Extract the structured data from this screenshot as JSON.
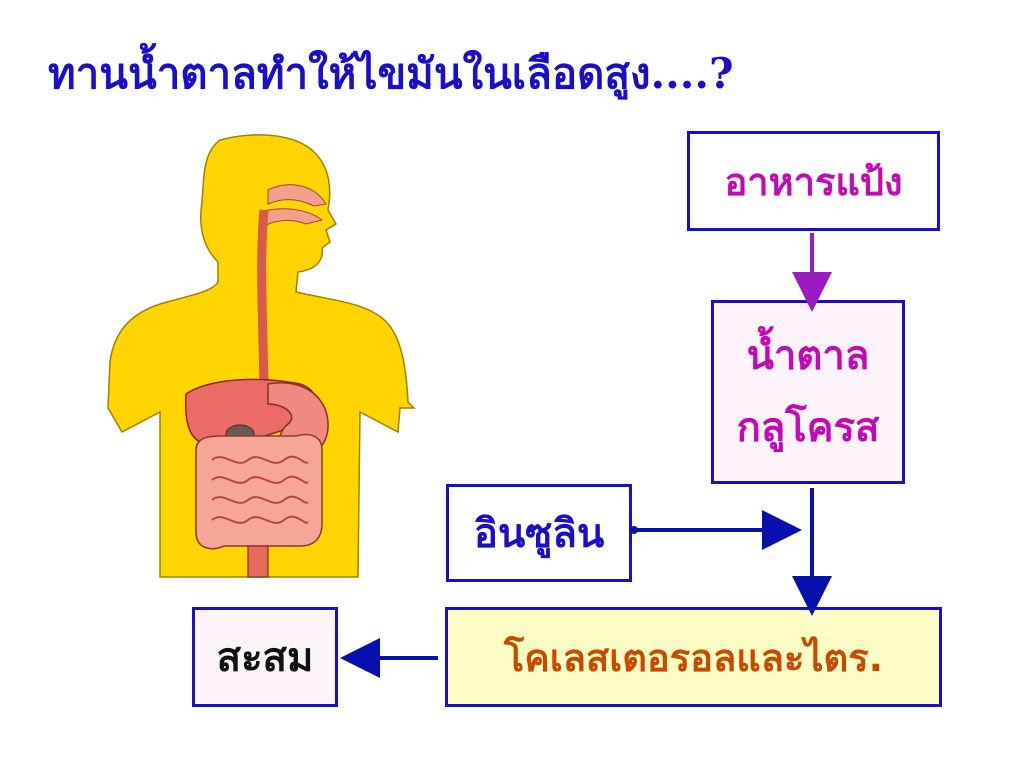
{
  "title": "ทานน้ำตาลทำให้ไขมันในเลือดสูง....?",
  "boxes": {
    "starch_food": "อาหารแป้ง",
    "glucose_line1": "น้ำตาล",
    "glucose_line2": "กลูโครส",
    "insulin": "อินซูลิน",
    "cholesterol": "โคเลสเตอรอลและไตร.",
    "storage": "สะสม"
  },
  "colors": {
    "title": "#1b0ec8",
    "box_border": "#1b0ec8",
    "arrow_purple": "#9b1bc2",
    "arrow_blue": "#0a0fb0",
    "magenta_text": "#c20ab4",
    "orange_text": "#c84a00",
    "body_fill": "#ffd400",
    "organ_fill": "#f08a80"
  },
  "illustration": {
    "icon": "human-digestive-system-icon"
  }
}
